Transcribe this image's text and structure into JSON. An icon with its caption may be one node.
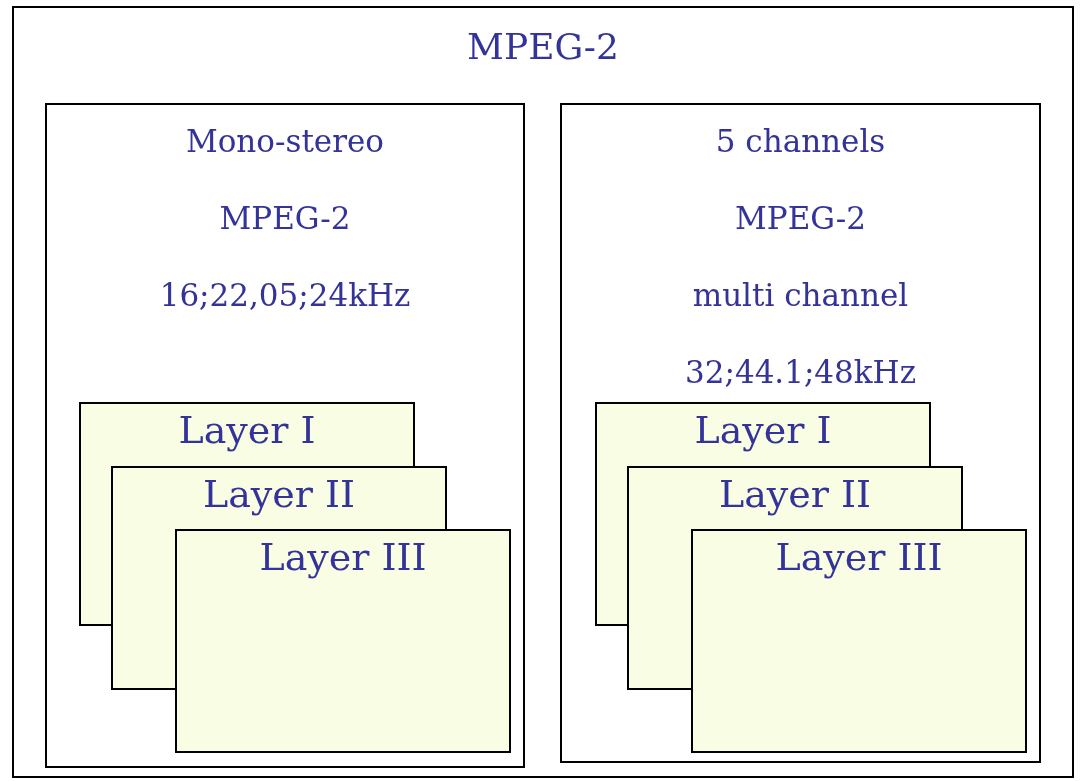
{
  "diagram": {
    "nodes": [
      {
        "text": [
          "MPEG-2"
        ]
      },
      {
        "text": [
          "Mono-stereo",
          "MPEG-2",
          "16;22,05;24kHz"
        ],
        "in": 0
      },
      {
        "text": [
          "Layer I"
        ],
        "in": 1
      },
      {
        "text": [
          "Layer II"
        ],
        "in": 1
      },
      {
        "text": [
          "Layer III"
        ],
        "in": 1
      },
      {
        "text": [
          "5 channels",
          "MPEG-2",
          "multi channel",
          "32;44.1;48kHz"
        ],
        "in": 0
      },
      {
        "text": [
          "Layer I"
        ],
        "in": 5
      },
      {
        "text": [
          "Layer II"
        ],
        "in": 5
      },
      {
        "text": [
          "Layer III"
        ],
        "in": 5
      }
    ]
  }
}
